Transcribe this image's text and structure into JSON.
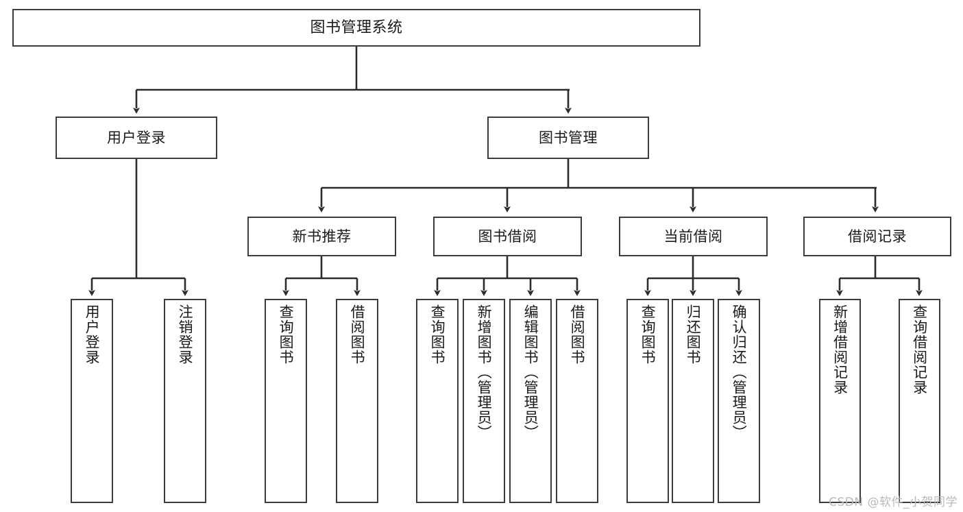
{
  "diagram": {
    "type": "hierarchy-tree",
    "title": "图书管理系统",
    "watermark": "CSDN @软件_小贺同学",
    "colors": {
      "box_border": "#3c3c3c",
      "box_fill": "#ffffff",
      "connector": "#2b2b2b",
      "text": "#1a1a1a",
      "watermark": "#b9b9b9"
    },
    "root": {
      "label": "图书管理系统"
    },
    "level2": [
      {
        "label": "用户登录"
      },
      {
        "label": "图书管理"
      }
    ],
    "level3": [
      {
        "label": "新书推荐"
      },
      {
        "label": "图书借阅"
      },
      {
        "label": "当前借阅"
      },
      {
        "label": "借阅记录"
      }
    ],
    "leaves": {
      "user_login": [
        {
          "label": "用户登录"
        },
        {
          "label": "注销登录"
        }
      ],
      "new_book_recommend": [
        {
          "label": "查询图书"
        },
        {
          "label": "借阅图书"
        }
      ],
      "book_borrow": [
        {
          "label": "查询图书"
        },
        {
          "label": "新增图书（管理员）"
        },
        {
          "label": "编辑图书（管理员）"
        },
        {
          "label": "借阅图书"
        }
      ],
      "current_borrow": [
        {
          "label": "查询图书"
        },
        {
          "label": "归还图书"
        },
        {
          "label": "确认归还（管理员）"
        }
      ],
      "borrow_record": [
        {
          "label": "新增借阅记录"
        },
        {
          "label": "查询借阅记录"
        }
      ]
    }
  }
}
